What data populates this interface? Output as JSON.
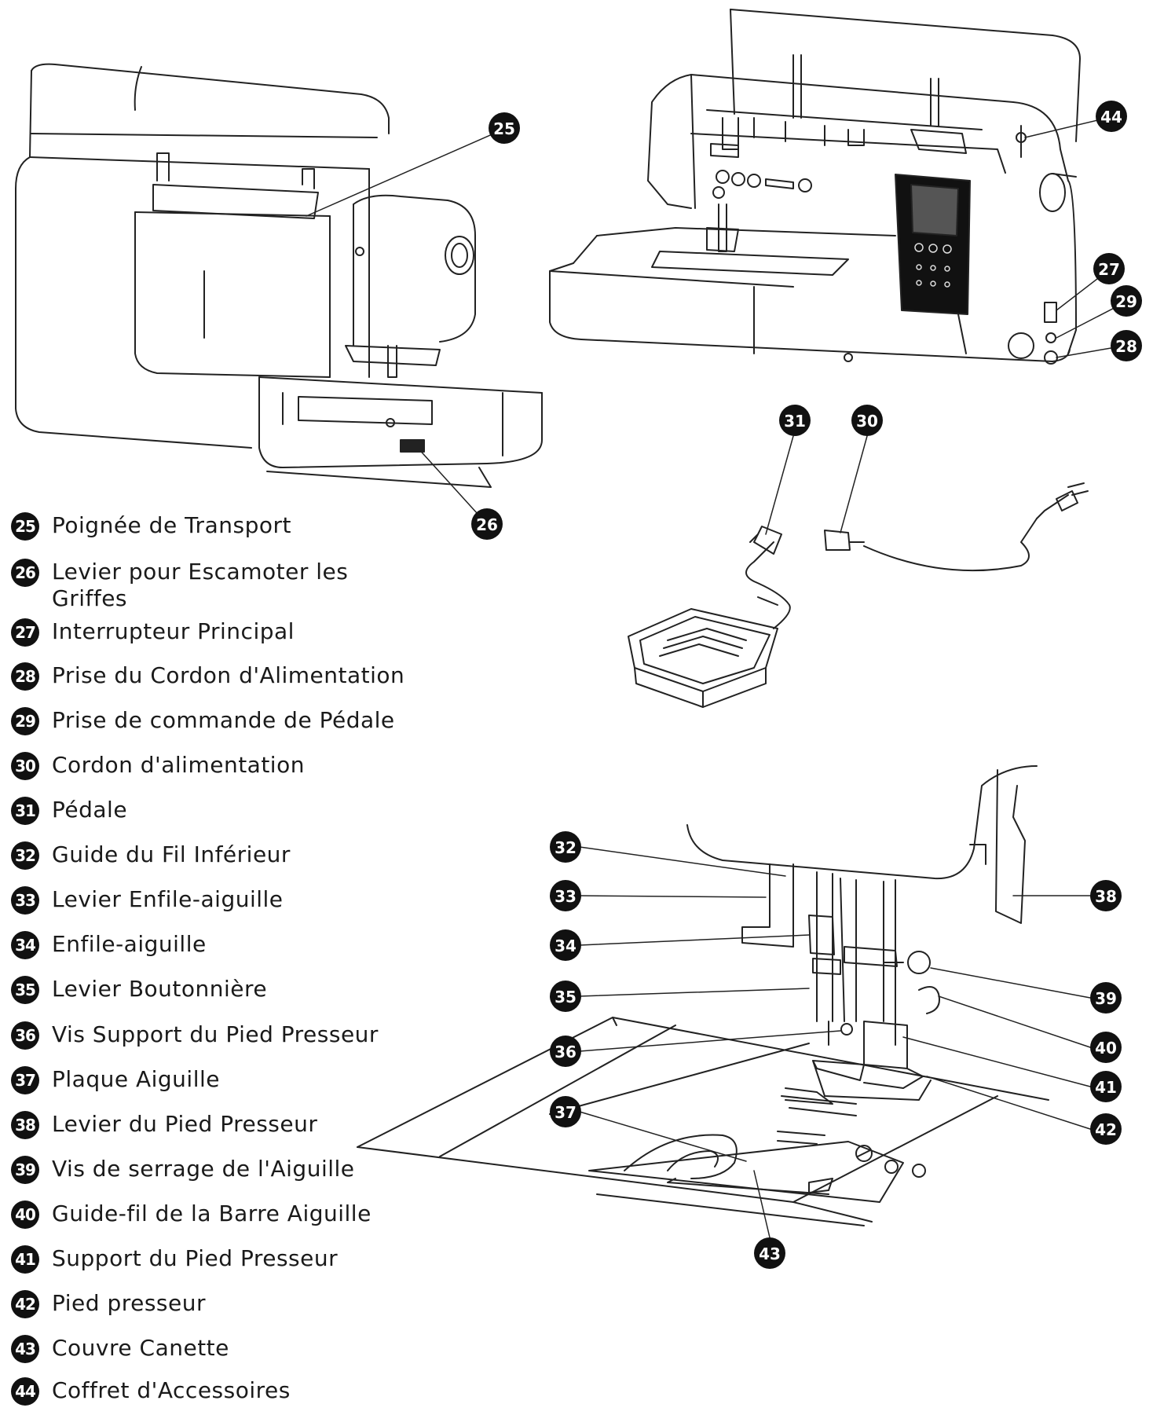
{
  "parts": [
    {
      "num": "25",
      "label": "Poignée de Transport"
    },
    {
      "num": "26",
      "label": "Levier pour Escamoter les Griffes"
    },
    {
      "num": "27",
      "label": "Interrupteur Principal"
    },
    {
      "num": "28",
      "label": "Prise du Cordon d'Alimentation"
    },
    {
      "num": "29",
      "label": "Prise de commande de Pédale"
    },
    {
      "num": "30",
      "label": "Cordon d'alimentation"
    },
    {
      "num": "31",
      "label": "Pédale"
    },
    {
      "num": "32",
      "label": "Guide du Fil Inférieur"
    },
    {
      "num": "33",
      "label": "Levier Enfile-aiguille"
    },
    {
      "num": "34",
      "label": "Enfile-aiguille"
    },
    {
      "num": "35",
      "label": "Levier Boutonnière"
    },
    {
      "num": "36",
      "label": "Vis Support du Pied Presseur"
    },
    {
      "num": "37",
      "label": "Plaque Aiguille"
    },
    {
      "num": "38",
      "label": "Levier du Pied Presseur"
    },
    {
      "num": "39",
      "label": "Vis de serrage de l'Aiguille"
    },
    {
      "num": "40",
      "label": "Guide-fil de la Barre Aiguille"
    },
    {
      "num": "41",
      "label": "Support du Pied Presseur"
    },
    {
      "num": "42",
      "label": "Pied presseur"
    },
    {
      "num": "43",
      "label": "Couvre Canette"
    },
    {
      "num": "44",
      "label": "Coffret d'Accessoires"
    }
  ],
  "callouts": {
    "c25": "25",
    "c26": "26",
    "c27": "27",
    "c28": "28",
    "c29": "29",
    "c30": "30",
    "c31": "31",
    "c32": "32",
    "c33": "33",
    "c34": "34",
    "c35": "35",
    "c36": "36",
    "c37": "37",
    "c38": "38",
    "c39": "39",
    "c40": "40",
    "c41": "41",
    "c42": "42",
    "c43": "43",
    "c44": "44"
  }
}
